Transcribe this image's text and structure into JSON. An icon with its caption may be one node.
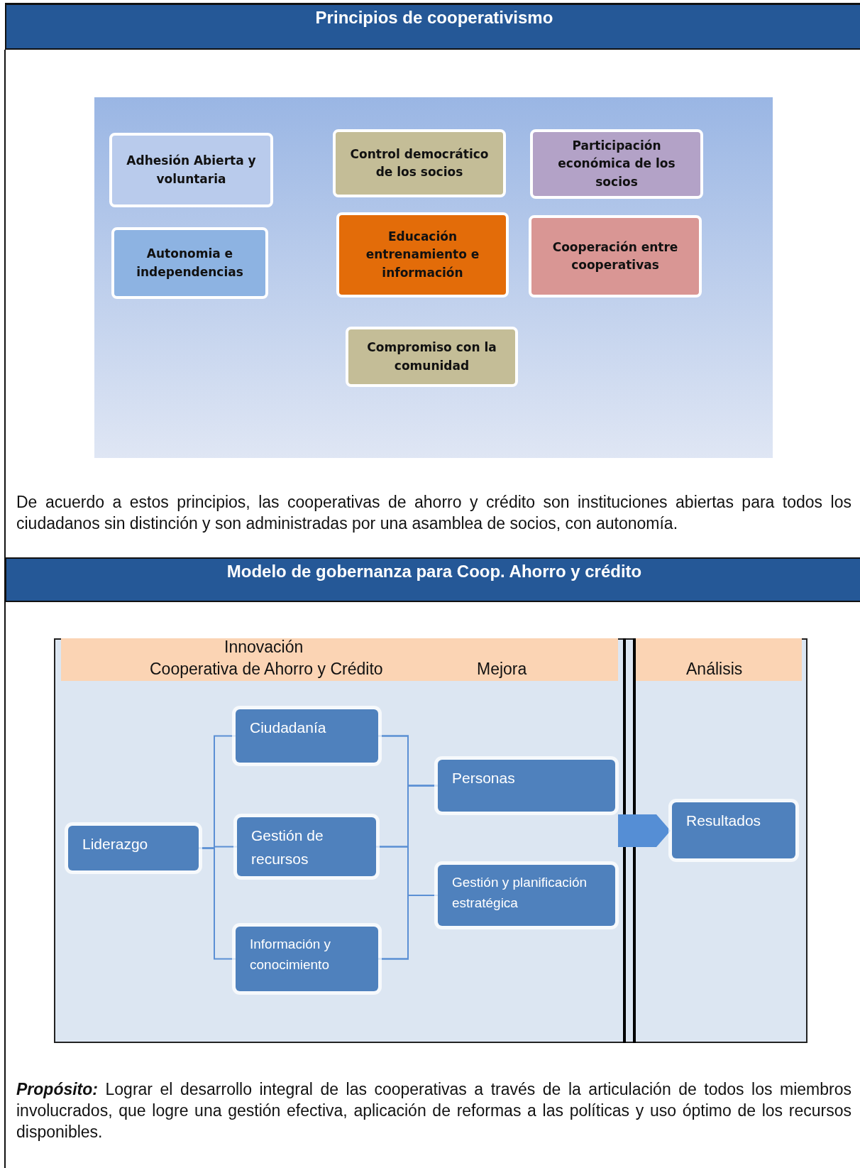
{
  "diagram": {
    "title": "Principios de cooperativismo",
    "nodes": [
      {
        "text": [
          "Adhesión Abierta y voluntaria"
        ]
      },
      {
        "text": [
          "Control democrático de los socios"
        ]
      },
      {
        "text": [
          "Participación económica de los socios"
        ]
      },
      {
        "text": [
          "Autonomia e independencias"
        ]
      },
      {
        "text": [
          "Educación entrenamiento e información"
        ]
      },
      {
        "text": [
          "Cooperación entre cooperativas"
        ]
      },
      {
        "text": [
          "Compromiso con la comunidad"
        ]
      },
      {
        "text": [
          "Liderazgo"
        ]
      },
      {
        "text": [
          "Ciudadanía"
        ]
      },
      {
        "text": [
          "Gestión de recursos"
        ]
      },
      {
        "text": [
          "Información y conocimiento"
        ]
      },
      {
        "text": [
          "Personas"
        ]
      },
      {
        "text": [
          "Gestión y planificación estratégica"
        ]
      },
      {
        "text": [
          "Resultados"
        ]
      }
    ],
    "edges": [
      {
        "from": 7,
        "to": 8,
        "arrow": "none"
      },
      {
        "from": 7,
        "to": 9,
        "arrow": "none"
      },
      {
        "from": 7,
        "to": 10,
        "arrow": "none"
      },
      {
        "from": 8,
        "to": 11,
        "arrow": "none"
      },
      {
        "from": 9,
        "to": 11,
        "arrow": "none"
      },
      {
        "from": 10,
        "to": 11,
        "arrow": "none"
      },
      {
        "from": 8,
        "to": 12,
        "arrow": "none"
      },
      {
        "from": 9,
        "to": 12,
        "arrow": "none"
      },
      {
        "from": 10,
        "to": 12,
        "arrow": "none"
      },
      {
        "from": null,
        "to": 13,
        "arrow": "to",
        "style": "thick",
        "color": "#558ed5"
      }
    ],
    "labels": [
      "De acuerdo a estos principios, las cooperativas de ahorro y crédito son instituciones abiertas para todos los ciudadanos sin distinción y son administradas por una asamblea de socios, con autonomía.",
      "Modelo de gobernanza para Coop. Ahorro y crédito",
      "Innovación",
      "Cooperativa de Ahorro y Crédito",
      "Mejora",
      "Análisis",
      "**Propósito:** Lograr el desarrollo integral de las cooperativas a través de la articulación de todos los miembros involucrados, que logre una gestión efectiva, aplicación de reformas a las políticas y uso óptimo de los recursos disponibles."
    ]
  }
}
